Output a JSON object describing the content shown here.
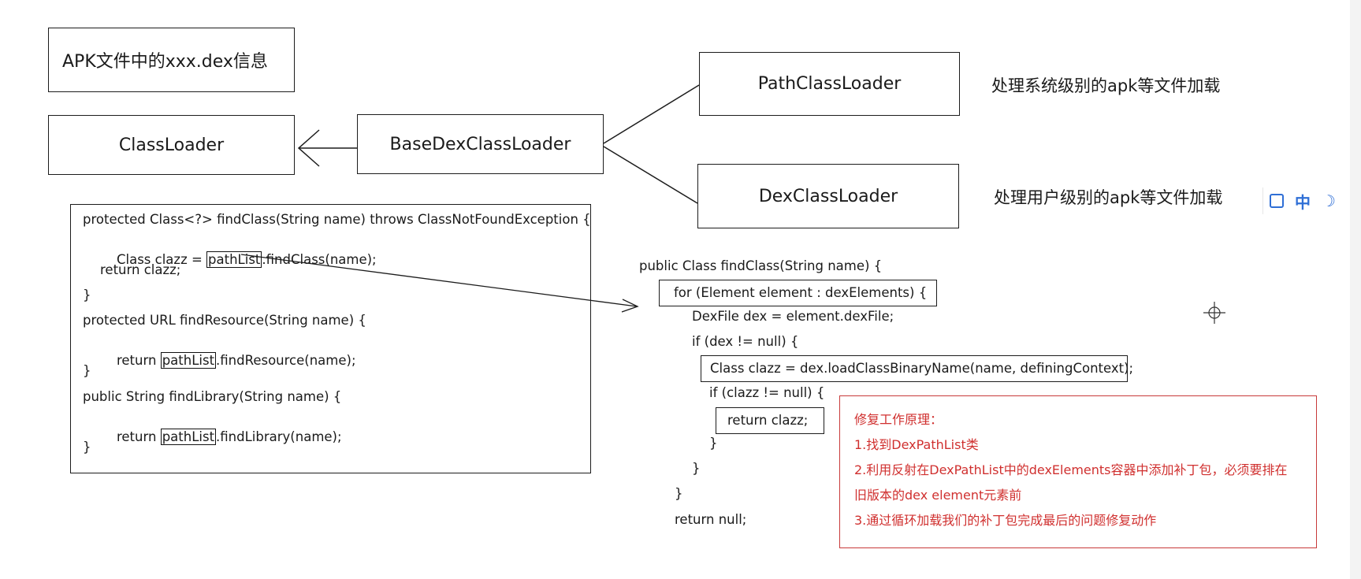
{
  "boxes": {
    "apk_info": "APK文件中的xxx.dex信息",
    "class_loader": "ClassLoader",
    "base_dex": "BaseDexClassLoader",
    "path_loader": "PathClassLoader",
    "dex_loader": "DexClassLoader"
  },
  "notes": {
    "system": "处理系统级别的apk等文件加载",
    "user": "处理用户级别的apk等文件加载"
  },
  "left_code": {
    "l1": "protected Class<?> findClass(String name) throws ClassNotFoundException {",
    "l2a": "Class clazz = ",
    "l2b": "pathList",
    "l2c": ".findClass(name);",
    "l3": "return clazz;",
    "l4": "}",
    "l5": "protected URL findResource(String name) {",
    "l6a": "return ",
    "l6b": "pathList",
    "l6c": ".findResource(name);",
    "l7": "}",
    "l8": "public String findLibrary(String name) {",
    "l9a": "return ",
    "l9b": "pathList",
    "l9c": ".findLibrary(name);",
    "l10": "}"
  },
  "right_code": {
    "l1": "public Class findClass(String name) {",
    "l2": "for (Element element : dexElements) {",
    "l3": "DexFile dex = element.dexFile;",
    "l4": "if (dex != null) {",
    "l5": "Class clazz = dex.loadClassBinaryName(name, definingContext);",
    "l6": "if (clazz != null) {",
    "l7": "return clazz;",
    "l8": "}",
    "l9": "}",
    "l10": "}",
    "l11": "return null;"
  },
  "fix": {
    "title": "修复工作原理：",
    "s1": "1.找到DexPathList类",
    "s2": "2.利用反射在DexPathList中的dexElements容器中添加补丁包，必须要排在",
    "s2b": "旧版本的dex element元素前",
    "s3": "3.通过循环加载我们的补丁包完成最后的问题修复动作"
  },
  "toolbar": {
    "icon1": "check-square-icon",
    "lang": "中",
    "icon2": "moon-icon"
  },
  "colors": {
    "fix_red": "#d0302f",
    "toolbar_blue": "#2f6fd6"
  }
}
